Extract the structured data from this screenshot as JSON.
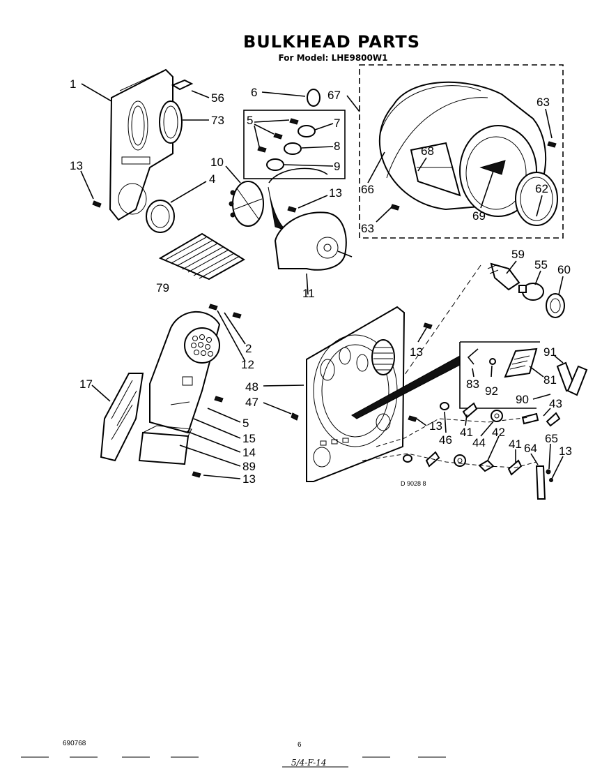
{
  "title": "BULKHEAD PARTS",
  "subtitle": "For Model: LHE9800W1",
  "drawing_code": "D 9028 8",
  "footer": {
    "left": "690768",
    "page": "6",
    "handwritten": "5/4-F-14"
  },
  "labels": {
    "l1": "1",
    "l56": "56",
    "l73": "73",
    "l13a": "13",
    "l4": "4",
    "l79": "79",
    "l6": "6",
    "l67": "67",
    "l5a": "5",
    "l7": "7",
    "l8": "8",
    "l9": "9",
    "l10": "10",
    "l13b": "13",
    "l11": "11",
    "l63a": "63",
    "l68": "68",
    "l66": "66",
    "l62": "62",
    "l69": "69",
    "l63b": "63",
    "l59": "59",
    "l55": "55",
    "l60": "60",
    "l2": "2",
    "l12": "12",
    "l17": "17",
    "l5b": "5",
    "l15": "15",
    "l14": "14",
    "l89": "89",
    "l13c": "13",
    "l48": "48",
    "l47": "47",
    "l13d": "13",
    "l13e": "13",
    "l91": "91",
    "l83": "83",
    "l92": "92",
    "l81": "81",
    "l90": "90",
    "l43": "43",
    "l41a": "41",
    "l46": "46",
    "l44": "44",
    "l42": "42",
    "l41b": "41",
    "l64": "64",
    "l65": "65",
    "l13f": "13"
  }
}
